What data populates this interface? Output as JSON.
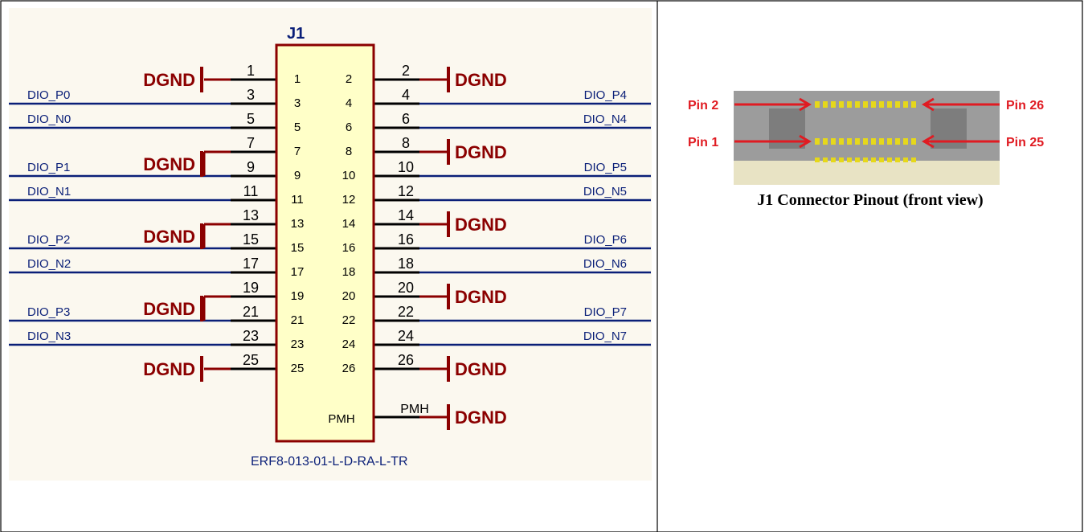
{
  "schematic": {
    "designator": "J1",
    "part_number": "ERF8-013-01-L-D-RA-L-TR",
    "ground_label": "DGND",
    "pmh_label": "PMH",
    "left_signals": {
      "3": "DIO_P0",
      "5": "DIO_N0",
      "9": "DIO_P1",
      "11": "DIO_N1",
      "15": "DIO_P2",
      "17": "DIO_N2",
      "21": "DIO_P3",
      "23": "DIO_N3"
    },
    "right_signals": {
      "4": "DIO_P4",
      "6": "DIO_N4",
      "10": "DIO_P5",
      "12": "DIO_N5",
      "16": "DIO_P6",
      "18": "DIO_N6",
      "22": "DIO_P7",
      "24": "DIO_N7"
    },
    "left_ground_pins": [
      [
        "1"
      ],
      [
        "7",
        "9"
      ],
      [
        "13",
        "15"
      ],
      [
        "19",
        "21"
      ],
      [
        "25"
      ]
    ],
    "right_ground_pins": [
      [
        "2"
      ],
      [
        "8"
      ],
      [
        "14"
      ],
      [
        "20"
      ],
      [
        "26"
      ],
      [
        "PMH"
      ]
    ]
  },
  "photo": {
    "labels": {
      "pin2": "Pin 2",
      "pin1": "Pin 1",
      "pin26": "Pin 26",
      "pin25": "Pin 25"
    },
    "caption": "J1 Connector Pinout (front view)"
  },
  "colors": {
    "wire": "#8b0000",
    "signal": "#0a1f78",
    "body": "#ffffc8",
    "body_border": "#8b0000",
    "pin_label_red": "#e01b22",
    "panel_bg": "#fbf8ef"
  }
}
